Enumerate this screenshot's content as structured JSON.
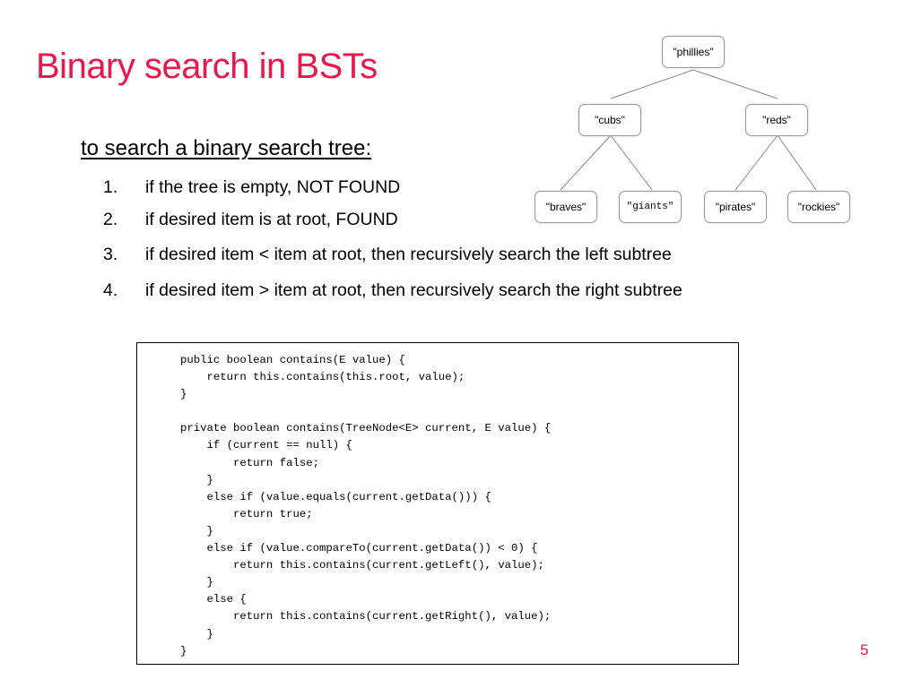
{
  "slide": {
    "title": "Binary search in BSTs",
    "subheading": "to search a binary search tree:",
    "page_number": "5",
    "accent_color": "#e8174c"
  },
  "steps": [
    {
      "num": "1.",
      "text": "if the tree is empty, NOT FOUND"
    },
    {
      "num": "2.",
      "text": "if desired item is at root, FOUND"
    },
    {
      "num": "3.",
      "text": "if desired item < item at root, then recursively search the left subtree"
    },
    {
      "num": "4.",
      "text": "if desired item > item at root, then recursively search the right subtree"
    }
  ],
  "tree": {
    "root": "\"phillies\"",
    "left": "\"cubs\"",
    "right": "\"reds\"",
    "left_left": "\"braves\"",
    "left_right": "\"giants\"",
    "right_left": "\"pirates\"",
    "right_right": "\"rockies\""
  },
  "code": "public boolean contains(E value) {\n    return this.contains(this.root, value);\n}\n\nprivate boolean contains(TreeNode<E> current, E value) {\n    if (current == null) {\n        return false;\n    }\n    else if (value.equals(current.getData())) {\n        return true;\n    }\n    else if (value.compareTo(current.getData()) < 0) {\n        return this.contains(current.getLeft(), value);\n    }\n    else {\n        return this.contains(current.getRight(), value);\n    }\n}"
}
